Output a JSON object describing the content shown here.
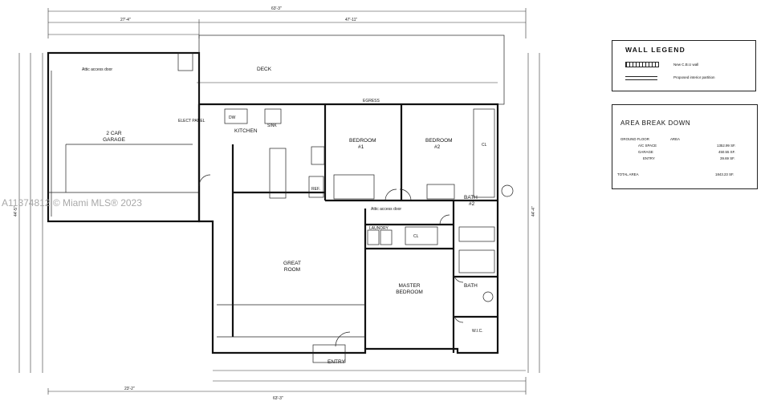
{
  "watermark": "A11374812 © Miami MLS® 2023",
  "rooms": {
    "deck": "DECK",
    "garage_line1": "2 CAR",
    "garage_line2": "GARAGE",
    "kitchen": "KITCHEN",
    "bedroom1_line1": "BEDROOM",
    "bedroom1_line2": "#1",
    "bedroom2_line1": "BEDROOM",
    "bedroom2_line2": "#2",
    "great_room_line1": "GREAT",
    "great_room_line2": "ROOM",
    "master_line1": "MASTER",
    "master_line2": "BEDROOM",
    "laundry": "LAUNDRY",
    "bath2_line1": "BATH",
    "bath2_line2": "#2",
    "bath": "BATH",
    "wic": "W.I.C.",
    "entry": "ENTRY",
    "cl": "CL",
    "ref": "REF.",
    "dw": "DW",
    "sink": "SINK",
    "elect_panel": "ELECT PANEL",
    "attic_door": "Attic access door",
    "egress": "EGRESS"
  },
  "overall_dims": {
    "top_total": "63'-3\"",
    "top_left": "27'-4\"",
    "top_right": "47'-11\"",
    "bottom_total": "63'-3\"",
    "bottom_left": "23'-2\"",
    "left_total": "44'-5\"",
    "right_total": "44'-4\""
  },
  "wall_legend": {
    "title": "WALL LEGEND",
    "items": [
      {
        "label": "New C.B.U wall"
      },
      {
        "label": "Proposed interior partition"
      }
    ]
  },
  "area_breakdown": {
    "title": "AREA BREAK DOWN",
    "header": [
      "GROUND FLOOR",
      "AREA"
    ],
    "rows": [
      {
        "name": "A/C SPACE",
        "value": "1352.99 SF."
      },
      {
        "name": "GARAGE",
        "value": "450.55 SF."
      },
      {
        "name": "ENTRY",
        "value": "39.69 SF."
      }
    ],
    "total_label": "TOTAL AREA",
    "total_value": "1843.23 SF."
  },
  "colors": {
    "line": "#111111",
    "background": "#ffffff",
    "watermark": "#9a9a9a"
  }
}
